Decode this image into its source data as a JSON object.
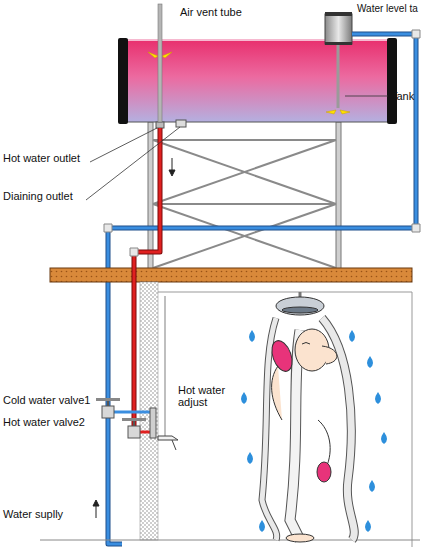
{
  "diagram": {
    "labels": [
      "Air vent tube",
      "Water level ta",
      "Tank",
      "Hot water outlet",
      "Diaining outlet",
      "Cold water valve1",
      "Hot water valve2",
      "Hot water adjust",
      "Water suplly"
    ]
  }
}
